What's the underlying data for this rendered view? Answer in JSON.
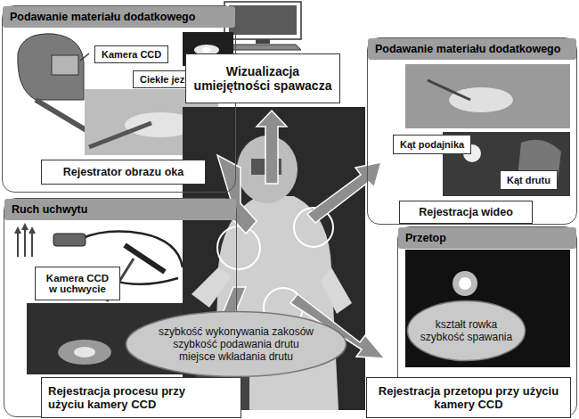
{
  "diagram": {
    "nodes": [
      {
        "text": [
          "Podawanie materiału dodatkowego"
        ]
      },
      {
        "text": [
          "Kamera CCD"
        ],
        "in": 0
      },
      {
        "text": [
          "Ciekłe jeziorko"
        ],
        "in": 0
      },
      {
        "text": [
          "Rejestrator obrazu oka"
        ],
        "in": 0
      },
      {
        "text": [
          "Wizualizacja umiejętności spawacza"
        ]
      },
      {
        "text": [
          "Podawanie materiału dodatkowego"
        ]
      },
      {
        "text": [
          "Kąt podajnika"
        ],
        "in": 5
      },
      {
        "text": [
          "Kąt drutu"
        ],
        "in": 5
      },
      {
        "text": [
          "Rejestracja wideo"
        ],
        "in": 5
      },
      {
        "text": [
          "Ruch uchwytu"
        ]
      },
      {
        "text": [
          "Kamera CCD w uchwycie"
        ],
        "in": 9
      },
      {
        "text": [
          "szybkość wykonywania zakosów szybkość podawania drutu miejsce wkładania drutu"
        ]
      },
      {
        "text": [
          "Rejestracja procesu przy użyciu kamery CCD"
        ],
        "in": 9
      },
      {
        "text": [
          "Przetop"
        ]
      },
      {
        "text": [
          "kształt rowka szybkość spawania"
        ],
        "in": 13
      },
      {
        "text": [
          "Rejestracja przetopu przy użyciu kamery CCD"
        ],
        "in": 13
      }
    ]
  }
}
